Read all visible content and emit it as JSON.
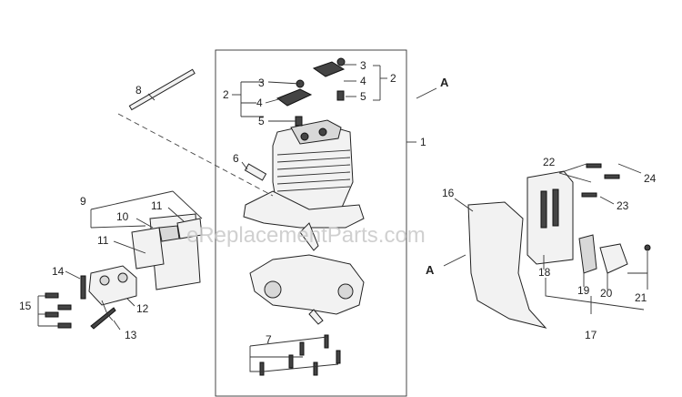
{
  "watermark": "eReplacementParts.com",
  "callouts": {
    "c1": "1",
    "c2a": "2",
    "c2b": "2",
    "c3a": "3",
    "c3b": "3",
    "c4a": "4",
    "c4b": "4",
    "c5a": "5",
    "c5b": "5",
    "c6": "6",
    "c7": "7",
    "c8": "8",
    "c9": "9",
    "c10": "10",
    "c11a": "11",
    "c11b": "11",
    "c12": "12",
    "c13": "13",
    "c14": "14",
    "c15": "15",
    "c16": "16",
    "c17": "17",
    "c18": "18",
    "c19": "19",
    "c20": "20",
    "c21": "21",
    "c22": "22",
    "c23": "23",
    "c24": "24"
  },
  "refs": {
    "a_top": "A",
    "a_left": "A"
  }
}
